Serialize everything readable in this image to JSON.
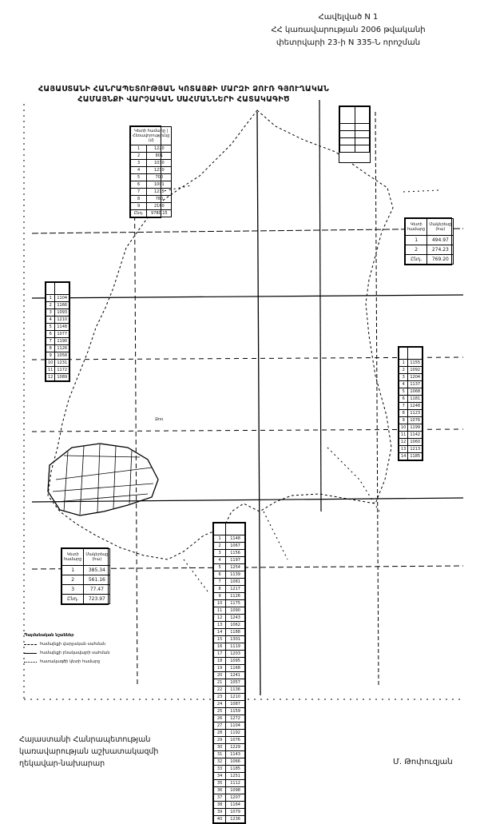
{
  "header": {
    "line1": "Հավելված N 1",
    "line2": "ՀՀ կառավարության 2006 թվականի",
    "line3": "փետրվարի 23-ի N 335-Ն որոշման"
  },
  "map": {
    "title_line1": "ՀԱՅԱՍՏԱՆԻ ՀԱՆՐԱՊԵՏՈՒԹՅԱՆ ԿՈՏԱՅՔԻ ՄԱՐԶԻ ՁՈՒՌ ԳՅՈՒՂԱԿԱՆ",
    "title_line2": "ՀԱՄԱՅՆՔԻ ՎԱՐՉԱԿԱՆ ՍԱՀՄԱՆՆԵՐԻ ՀԱՏԱԿԱԳԻԾ",
    "settlement_label": "Ձոռ"
  },
  "tables": {
    "top": {
      "header": "Կետի համարը | Հեռավորությունը (մ)",
      "rows": [
        [
          "1",
          "1220"
        ],
        [
          "2",
          "801"
        ],
        [
          "3",
          "1030"
        ],
        [
          "4",
          "1210"
        ],
        [
          "5",
          "700"
        ],
        [
          "6",
          "1001"
        ],
        [
          "7",
          "1215"
        ],
        [
          "8",
          "780"
        ],
        [
          "9",
          "2160"
        ]
      ],
      "total": [
        "Ընդ.",
        "9780.15"
      ]
    },
    "right_area": {
      "header": [
        "Կետի համարը",
        "Մակերեսը (հա)"
      ],
      "rows": [
        [
          "1",
          "494.97"
        ],
        [
          "2",
          "274.23"
        ]
      ],
      "total": [
        "Ընդ.",
        "769.20"
      ]
    },
    "bottom_left_area": {
      "header": [
        "Կետի համարը",
        "Մակերեսը (հա)"
      ],
      "rows": [
        [
          "1",
          "385.34"
        ],
        [
          "2",
          "561.16"
        ],
        [
          "3",
          "77.47"
        ]
      ],
      "total": [
        "Ընդ.",
        "723.97"
      ]
    },
    "long": {
      "values": [
        "1148",
        "1067",
        "1156",
        "1197",
        "1254",
        "1139",
        "1081",
        "1217",
        "1126",
        "1175",
        "1090",
        "1243",
        "1062",
        "1188",
        "1301",
        "1119",
        "1203",
        "1095",
        "1168",
        "1241",
        "1057",
        "1136",
        "1210",
        "1087",
        "1159",
        "1272",
        "1104",
        "1192",
        "1076",
        "1229",
        "1143",
        "1066",
        "1185",
        "1251",
        "1112",
        "1098",
        "1207",
        "1164",
        "1079",
        "1236"
      ]
    },
    "right_strip": {
      "values": [
        "1155",
        "1092",
        "1204",
        "1137",
        "1068",
        "1181",
        "1248",
        "1123",
        "1076",
        "1199",
        "1142",
        "1060",
        "1213",
        "1185"
      ]
    },
    "left_strip": {
      "values": [
        "1104",
        "1166",
        "1093",
        "1210",
        "1148",
        "1077",
        "1190",
        "1126",
        "1058",
        "1231",
        "1172",
        "1089"
      ]
    }
  },
  "legend": {
    "title": "Պայմանական նշաններ",
    "items": [
      "համայնքի վարչական սահման",
      "համայնքի բնակավայրի սահման",
      "հատակագծի կետի համարը"
    ]
  },
  "signature": {
    "line1": "Հայաստանի Հանրապետության",
    "line2": "կառավարության աշխատակազմի",
    "line3": "ղեկավար-նախարար",
    "name": "Մ. Թոփուզյան"
  }
}
